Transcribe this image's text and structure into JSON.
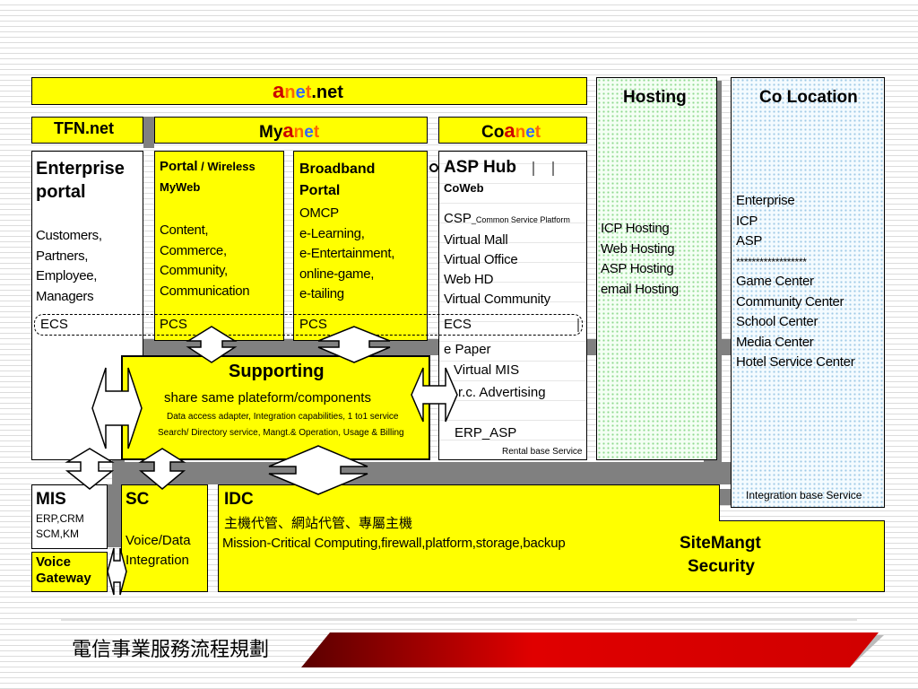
{
  "header": {
    "anet_a": "a",
    "anet_n": "n",
    "anet_e": "e",
    "anet_t": "t",
    "anet_suffix": ".net",
    "tfn": "TFN.net",
    "my_prefix": "My",
    "my_a": "a",
    "my_n": "n",
    "my_e": "e",
    "my_t": "t",
    "co_prefix": "Co",
    "co_a": "a",
    "co_n": "n",
    "co_e": "e",
    "co_t": "t",
    "hosting": "Hosting",
    "colocation": "Co Location"
  },
  "enterprise": {
    "title1": "Enterprise",
    "title2": "portal",
    "lines": [
      "Customers,",
      "Partners,",
      "Employee,",
      "Managers"
    ],
    "ecs": "ECS"
  },
  "portal": {
    "title_a": "Portal",
    "title_b": " / Wireless",
    "sub": "MyWeb",
    "lines": [
      "Content,",
      "Commerce,",
      "Community,",
      "Communication"
    ],
    "pcs": "PCS"
  },
  "broadband": {
    "title1": "Broadband",
    "title2": "Portal",
    "lines": [
      "OMCP",
      "e-Learning,",
      "e-Entertainment,",
      "online-game,",
      "e-tailing"
    ],
    "pcs": "PCS"
  },
  "asp": {
    "title": "ASP Hub",
    "sub": "CoWeb",
    "csp": "CSP",
    "csp_small": "_Common Service Platform",
    "lines": [
      "Virtual Mall",
      "Virtual Office",
      "Web HD",
      "Virtual Community"
    ],
    "ecs": "ECS",
    "e_paper": "e Paper",
    "virtual_mis": "Virtual MIS",
    "advertising": "r.c. Advertising",
    "erp": "ERP_ASP",
    "rental": "Rental base Service"
  },
  "hosting_box": {
    "lines": [
      "ICP Hosting",
      "Web Hosting",
      "ASP Hosting",
      "email Hosting"
    ]
  },
  "colo_box": {
    "lines": [
      "Enterprise",
      "ICP",
      "ASP",
      "******************",
      "Game Center",
      "Community Center",
      "School Center",
      "Media Center",
      "Hotel Service Center"
    ],
    "footer": "Integration base Service"
  },
  "supporting": {
    "title": "Supporting",
    "sub": "share same plateform/components",
    "line1": "Data access adapter, Integration capabilities, 1 to1 service",
    "line2": "Search/ Directory service, Mangt.& Operation, Usage & Billing"
  },
  "mis": {
    "title": "MIS",
    "lines": [
      "ERP,CRM",
      "SCM,KM"
    ]
  },
  "voice": {
    "line1": "Voice",
    "line2": "Gateway"
  },
  "sc": {
    "title": "SC",
    "lines": [
      "Voice/Data",
      "Integration"
    ]
  },
  "idc": {
    "title": "IDC",
    "chinese": "主機代管、網站代管、專屬主機",
    "desc": "Mission-Critical Computing,firewall,platform,storage,backup",
    "site1": "SiteMangt",
    "site2": "Security"
  },
  "footer": {
    "title": "電信事業服務流程規劃"
  },
  "colors": {
    "yellow": "#ffff00",
    "red": "#cc0000",
    "orange": "#ff6600",
    "blue": "#3366ff",
    "gray": "#808080"
  }
}
